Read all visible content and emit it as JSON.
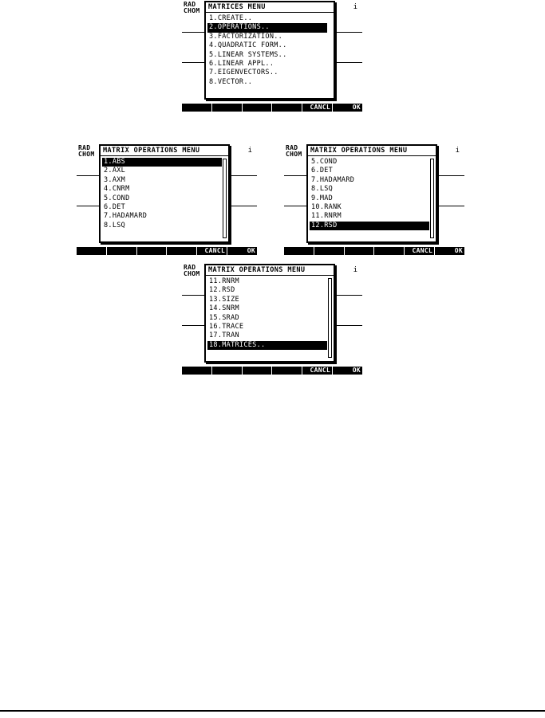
{
  "screens": [
    {
      "status": [
        "RAD",
        "CHOM"
      ],
      "indicator": "i",
      "title": "MATRICES MENU",
      "items": [
        "1.CREATE..",
        "2.OPERATIONS..",
        "3.FACTORIZATION..",
        "4.QUADRATIC FORM..",
        "5.LINEAR SYSTEMS..",
        "6.LINEAR APPL..",
        "7.EIGENVECTORS..",
        "8.VECTOR.."
      ],
      "selected_index": 1,
      "scrollbar": false,
      "softkeys": [
        "",
        "",
        "",
        "",
        "CANCL",
        "OK"
      ]
    },
    {
      "status": [
        "RAD",
        "CHOM"
      ],
      "indicator": "i",
      "title": "MATRIX OPERATIONS MENU",
      "items": [
        "1.ABS",
        "2.AXL",
        "3.AXM",
        "4.CNRM",
        "5.COND",
        "6.DET",
        "7.HADAMARD",
        "8.LSQ"
      ],
      "selected_index": 0,
      "scrollbar": true,
      "softkeys": [
        "",
        "",
        "",
        "",
        "CANCL",
        "OK"
      ]
    },
    {
      "status": [
        "RAD",
        "CHOM"
      ],
      "indicator": "i",
      "title": "MATRIX OPERATIONS MENU",
      "items": [
        "5.COND",
        "6.DET",
        "7.HADAMARD",
        "8.LSQ",
        "9.MAD",
        "10.RANK",
        "11.RNRM",
        "12.RSD"
      ],
      "selected_index": 7,
      "scrollbar": true,
      "softkeys": [
        "",
        "",
        "",
        "",
        "CANCL",
        "OK"
      ]
    },
    {
      "status": [
        "RAD",
        "CHOM"
      ],
      "indicator": "i",
      "title": "MATRIX OPERATIONS MENU",
      "items": [
        "11.RNRM",
        "12.RSD",
        "13.SIZE",
        "14.SNRM",
        "15.SRAD",
        "16.TRACE",
        "17.TRAN",
        "18.MATRICES.."
      ],
      "selected_index": 7,
      "scrollbar": true,
      "softkeys": [
        "",
        "",
        "",
        "",
        "CANCL",
        "OK"
      ]
    }
  ]
}
